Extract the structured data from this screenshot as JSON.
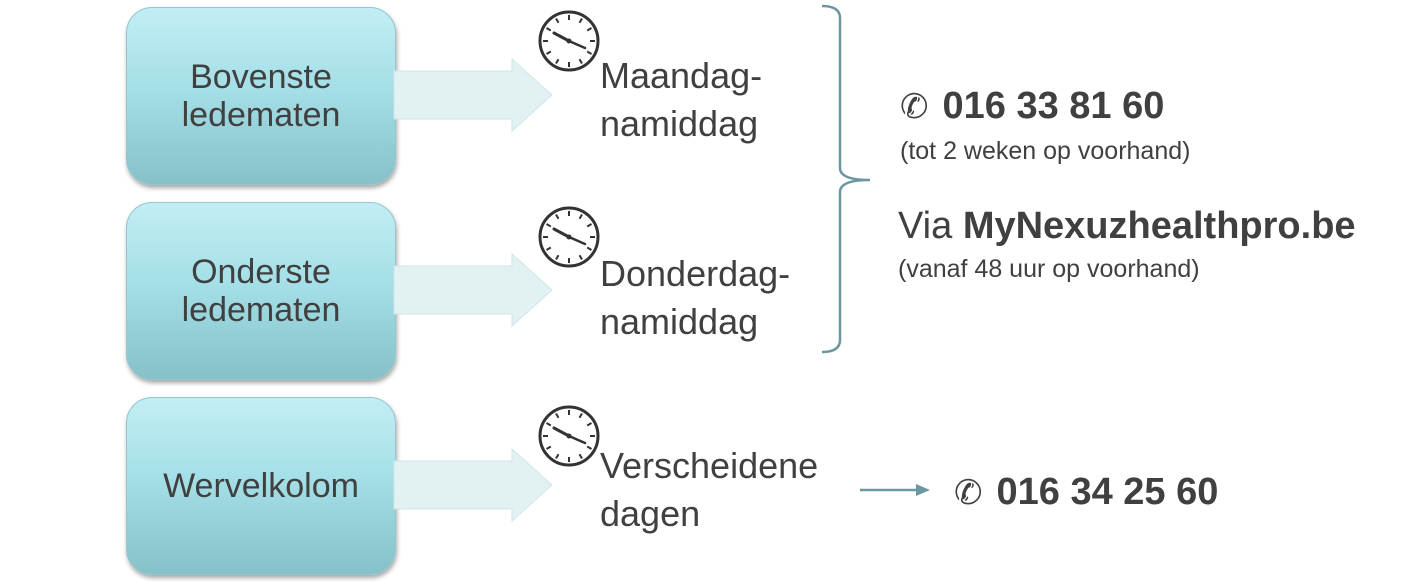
{
  "boxes": [
    {
      "lines": [
        "Bovenste",
        "ledematen"
      ]
    },
    {
      "lines": [
        "Onderste",
        "ledematen"
      ]
    },
    {
      "lines": [
        "Wervelkolom"
      ]
    }
  ],
  "slots": [
    {
      "lines": [
        "Maandag-",
        "namiddag"
      ],
      "icon": "clock-icon"
    },
    {
      "lines": [
        "Donderdag-",
        "namiddag"
      ],
      "icon": "clock-icon"
    },
    {
      "lines": [
        "Verscheidene",
        "dagen"
      ],
      "icon": "clock-icon"
    }
  ],
  "booking": {
    "phone_icon": "✆",
    "phone_number": "016 33 81 60",
    "phone_note": "(tot 2 weken op voorhand)",
    "via_prefix": "Via",
    "site": "MyNexuzhealthpro.be",
    "site_note": "(vanaf 48 uur op voorhand)"
  },
  "spine": {
    "phone_icon": "✆",
    "phone_number": "016 34 25 60"
  },
  "colors": {
    "box_top": "#c2eef4",
    "box_bottom": "#86c1ca",
    "arrow_fill": "#e2f1f2",
    "bracket": "#6d97a0",
    "text": "#404040"
  }
}
